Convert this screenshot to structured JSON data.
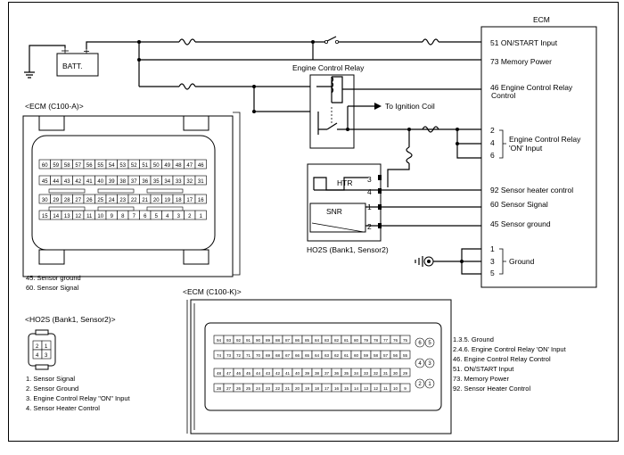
{
  "ecm": {
    "title": "ECM",
    "pins": [
      {
        "num": "51",
        "label": "ON/START Input"
      },
      {
        "num": "73",
        "label": "Memory Power"
      },
      {
        "num": "46",
        "label": "Engine Control Relay"
      },
      {
        "num": "",
        "label": "Control"
      },
      {
        "num": "92",
        "label": "Sensor heater control"
      },
      {
        "num": "60",
        "label": "Sensor Signal"
      },
      {
        "num": "45",
        "label": "Sensor ground"
      }
    ],
    "relay_on_pins": [
      "2",
      "4",
      "6"
    ],
    "relay_on_label_1": "Engine Control Relay",
    "relay_on_label_2": "'ON' Input",
    "ground_pins": [
      "1",
      "3",
      "5"
    ],
    "ground_label": "Ground"
  },
  "battery": {
    "label": "BATT."
  },
  "relay": {
    "label": "Engine Control Relay",
    "ignition_label": "To Ignition Coil"
  },
  "sensor": {
    "htr_label": "HTR",
    "snr_label": "SNR",
    "pins": [
      "3",
      "4",
      "1",
      "2"
    ],
    "caption": "HO2S (Bank1, Sensor2)"
  },
  "connector_a": {
    "title": "<ECM (C100-A)>",
    "rows": [
      [
        "60",
        "59",
        "58",
        "57",
        "56",
        "55",
        "54",
        "53",
        "52",
        "51",
        "50",
        "49",
        "48",
        "47",
        "46"
      ],
      [
        "45",
        "44",
        "43",
        "42",
        "41",
        "40",
        "39",
        "38",
        "37",
        "36",
        "35",
        "34",
        "33",
        "32",
        "31"
      ],
      [
        "30",
        "29",
        "28",
        "27",
        "26",
        "25",
        "24",
        "23",
        "22",
        "21",
        "20",
        "19",
        "18",
        "17",
        "16"
      ],
      [
        "15",
        "14",
        "13",
        "12",
        "11",
        "10",
        "9",
        "8",
        "7",
        "6",
        "5",
        "4",
        "3",
        "2",
        "1"
      ]
    ],
    "legend": [
      "45. Sensor ground",
      "60. Sensor Signal"
    ]
  },
  "connector_k": {
    "title": "<ECM (C100-K)>",
    "rows": [
      [
        "94",
        "93",
        "92",
        "91",
        "90",
        "89",
        "88",
        "87",
        "86",
        "85",
        "84",
        "83",
        "82",
        "81",
        "80",
        "79",
        "78",
        "77",
        "76",
        "75"
      ],
      [
        "74",
        "73",
        "72",
        "71",
        "70",
        "69",
        "68",
        "67",
        "66",
        "65",
        "64",
        "63",
        "62",
        "61",
        "60",
        "59",
        "58",
        "57",
        "56",
        "55"
      ],
      [
        "48",
        "47",
        "46",
        "45",
        "44",
        "43",
        "42",
        "41",
        "40",
        "39",
        "38",
        "37",
        "36",
        "35",
        "34",
        "33",
        "32",
        "31",
        "30",
        "29"
      ],
      [
        "28",
        "27",
        "26",
        "25",
        "24",
        "23",
        "22",
        "21",
        "20",
        "19",
        "18",
        "17",
        "16",
        "15",
        "14",
        "13",
        "12",
        "11",
        "10",
        "9"
      ]
    ],
    "side_pins": [
      [
        "6",
        "5"
      ],
      [
        "4",
        "3"
      ],
      [
        "2",
        "1"
      ]
    ],
    "legend": [
      "1.3.5. Ground",
      "2.4.6. Engine Control Relay 'ON' Input",
      "46. Engine Control Relay Control",
      "51. ON/START Input",
      "73. Memory Power",
      "92. Sensor Heater Control"
    ]
  },
  "sensor_connector": {
    "title": "<HO2S (Bank1, Sensor2)>",
    "pins": [
      "2",
      "1",
      "4",
      "3"
    ],
    "legend": [
      "1. Sensor Signal",
      "2. Sensor Ground",
      "3. Engine Control Relay \"ON\" Input",
      "4. Sensor Heater Control"
    ]
  }
}
